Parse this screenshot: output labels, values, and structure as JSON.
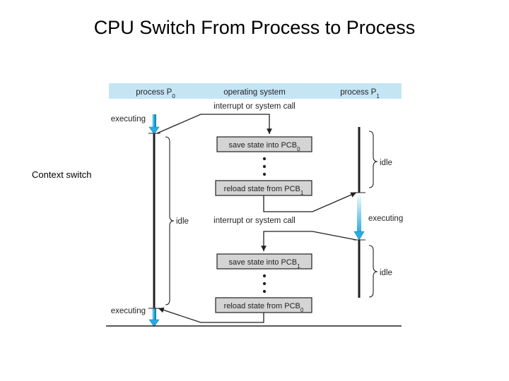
{
  "slide": {
    "title": "CPU Switch From Process to Process",
    "background_color": "#ffffff",
    "annotation": "Context switch"
  },
  "figure": {
    "header_bar_color": "#c5e5f5",
    "box_fill_color": "#d4d4d4",
    "box_border_color": "#231f20",
    "line_color": "#231f20",
    "executing_arrow_color": "#29abe2",
    "columns": [
      {
        "label": "process P",
        "sub": "0",
        "name": "process-p0"
      },
      {
        "label": "operating system",
        "sub": "",
        "name": "operating-system"
      },
      {
        "label": "process P",
        "sub": "1",
        "name": "process-p1"
      }
    ],
    "events": [
      {
        "label": "interrupt or system call",
        "name": "interrupt-label-1"
      },
      {
        "label": "interrupt or system call",
        "name": "interrupt-label-2"
      }
    ],
    "os_boxes": [
      {
        "text": "save state into PCB",
        "sub": "0",
        "name": "save-state-pcb0"
      },
      {
        "text": "reload state from PCB",
        "sub": "1",
        "name": "reload-state-pcb1"
      },
      {
        "text": "save state into PCB",
        "sub": "1",
        "name": "save-state-pcb1"
      },
      {
        "text": "reload state from PCB",
        "sub": "0",
        "name": "reload-state-pcb0"
      }
    ],
    "p0_states": [
      {
        "label": "executing",
        "name": "p0-executing-top"
      },
      {
        "label": "idle",
        "name": "p0-idle"
      },
      {
        "label": "executing",
        "name": "p0-executing-bottom"
      }
    ],
    "p1_states": [
      {
        "label": "idle",
        "name": "p1-idle-top"
      },
      {
        "label": "executing",
        "name": "p1-executing"
      },
      {
        "label": "idle",
        "name": "p1-idle-bottom"
      }
    ],
    "ellipsis_glyph": "•"
  }
}
